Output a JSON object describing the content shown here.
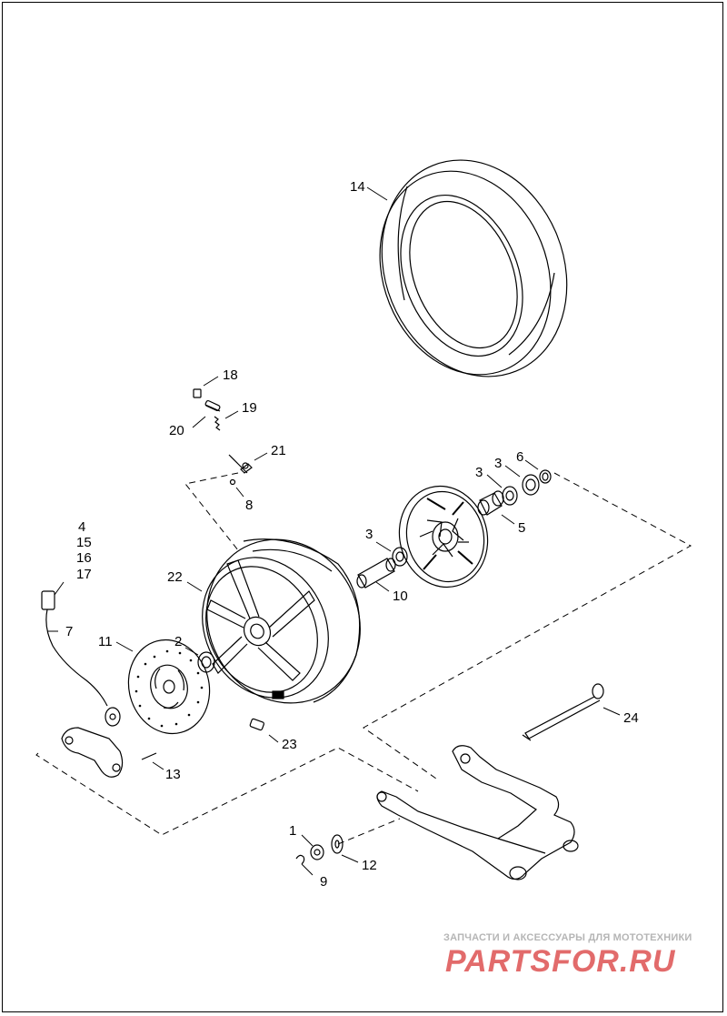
{
  "callouts": {
    "c14": "14",
    "c18": "18",
    "c19": "19",
    "c20": "20",
    "c21": "21",
    "c8": "8",
    "c4": "4",
    "c15": "15",
    "c16": "16",
    "c17": "17",
    "c7": "7",
    "c22": "22",
    "c11": "11",
    "c2": "2",
    "c3a": "3",
    "c3b": "3",
    "c3c": "3",
    "c6": "6",
    "c5": "5",
    "c10": "10",
    "c13": "13",
    "c23": "23",
    "c24": "24",
    "c1": "1",
    "c12": "12",
    "c9": "9"
  },
  "watermark": {
    "tagline": "ЗАПЧАСТИ И АКСЕССУАРЫ ДЛЯ МОТОТЕХНИКИ",
    "logo_text": "PARTSFOR.RU",
    "logo_color": "#e26b6b"
  },
  "colors": {
    "line": "#000000",
    "watermark_gray": "#b5b5b5"
  }
}
